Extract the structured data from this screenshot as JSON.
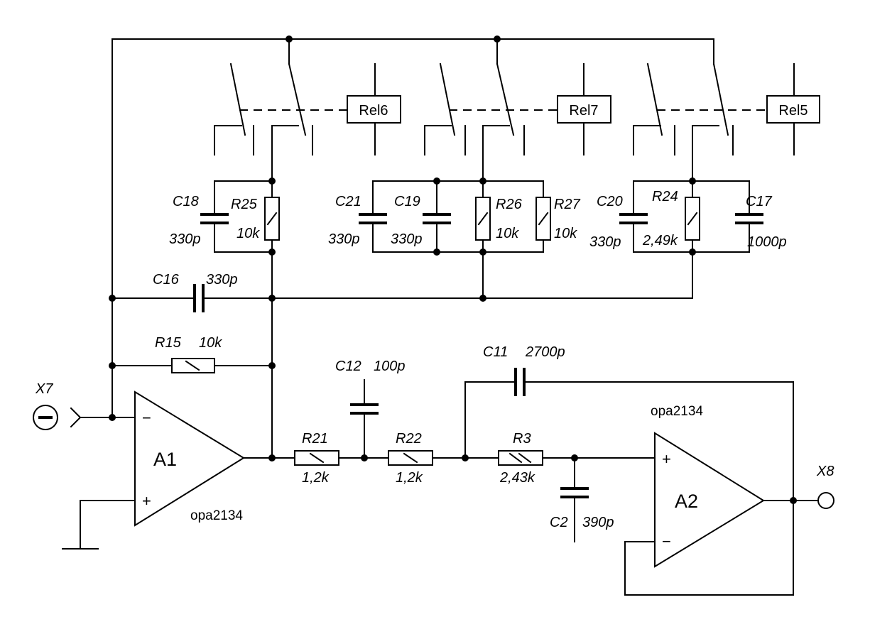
{
  "relays": {
    "rel6": "Rel6",
    "rel7": "Rel7",
    "rel5": "Rel5"
  },
  "components": {
    "C18": {
      "ref": "C18",
      "value": "330p"
    },
    "R25": {
      "ref": "R25",
      "value": "10k"
    },
    "C21": {
      "ref": "C21",
      "value": "330p"
    },
    "C19": {
      "ref": "C19",
      "value": "330p"
    },
    "R26": {
      "ref": "R26",
      "value": "10k"
    },
    "R27": {
      "ref": "R27",
      "value": "10k"
    },
    "C20": {
      "ref": "C20",
      "value": "330p"
    },
    "R24": {
      "ref": "R24",
      "value": "2,49k"
    },
    "C17": {
      "ref": "C17",
      "value": "1000p"
    },
    "C16": {
      "ref": "C16",
      "value": "330p"
    },
    "R15": {
      "ref": "R15",
      "value": "10k"
    },
    "C12": {
      "ref": "C12",
      "value": "100p"
    },
    "C11": {
      "ref": "C11",
      "value": "2700p"
    },
    "R21": {
      "ref": "R21",
      "value": "1,2k"
    },
    "R22": {
      "ref": "R22",
      "value": "1,2k"
    },
    "R3": {
      "ref": "R3",
      "value": "2,43k"
    },
    "C2": {
      "ref": "C2",
      "value": "390p"
    }
  },
  "amplifiers": {
    "A1": {
      "ref": "A1",
      "part": "opa2134"
    },
    "A2": {
      "ref": "A2",
      "part": "opa2134"
    }
  },
  "connectors": {
    "X7": "X7",
    "X8": "X8"
  },
  "pins": {
    "minus": "−",
    "plus": "+"
  }
}
